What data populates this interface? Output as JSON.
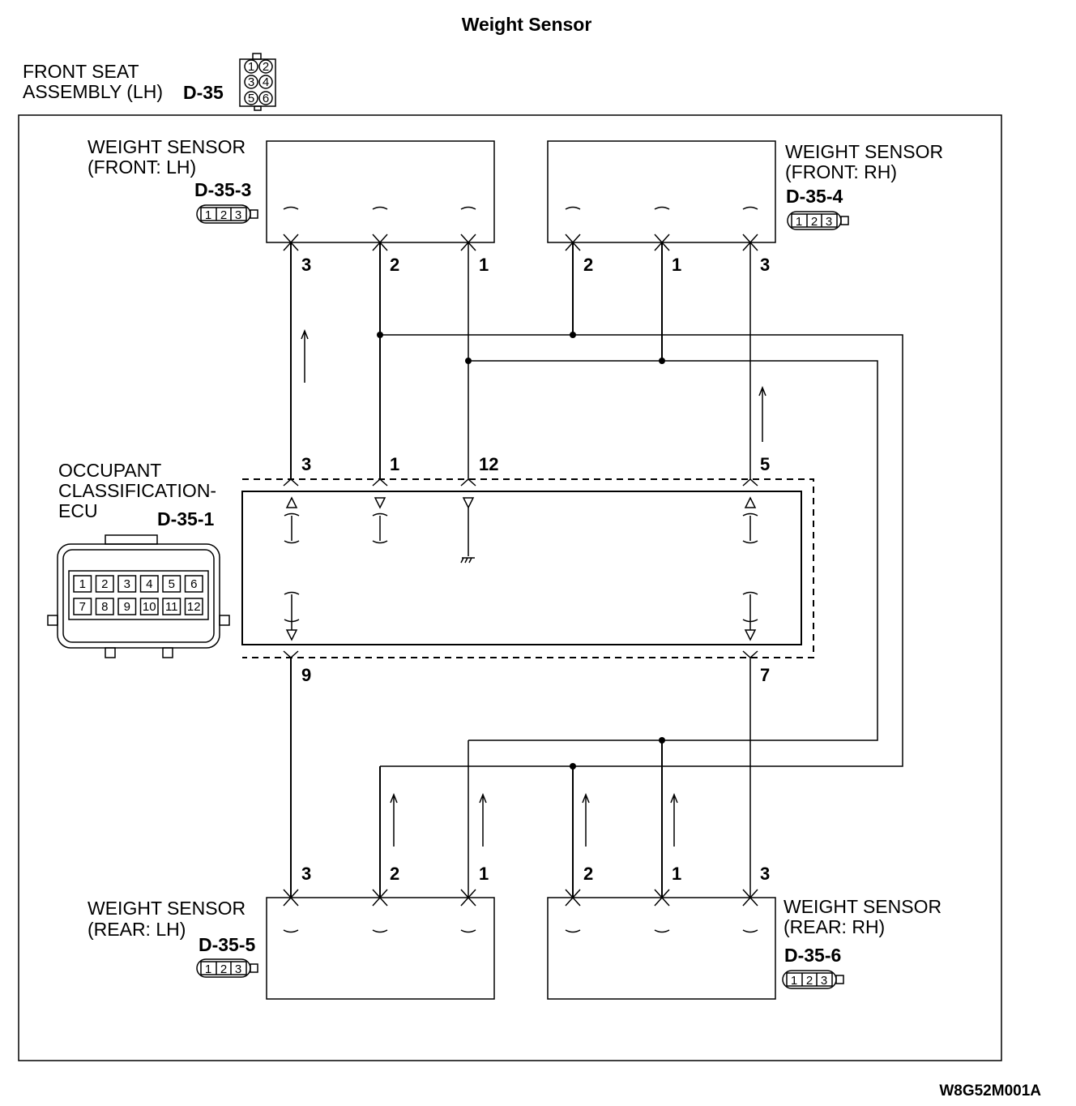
{
  "title": "Weight Sensor",
  "assembly": {
    "line1": "FRONT SEAT",
    "line2": "ASSEMBLY (LH)",
    "connector": "D-35",
    "pins": [
      "1",
      "2",
      "3",
      "4",
      "5",
      "6"
    ]
  },
  "sensors": {
    "front_lh": {
      "line1": "WEIGHT SENSOR",
      "line2": "(FRONT: LH)",
      "connector": "D-35-3",
      "pins": [
        "3",
        "2",
        "1"
      ],
      "connector_pins": [
        "1",
        "2",
        "3"
      ]
    },
    "front_rh": {
      "line1": "WEIGHT SENSOR",
      "line2": "(FRONT: RH)",
      "connector": "D-35-4",
      "pins": [
        "2",
        "1",
        "3"
      ],
      "connector_pins": [
        "1",
        "2",
        "3"
      ]
    },
    "rear_lh": {
      "line1": "WEIGHT SENSOR",
      "line2": "(REAR: LH)",
      "connector": "D-35-5",
      "pins": [
        "3",
        "2",
        "1"
      ],
      "connector_pins": [
        "1",
        "2",
        "3"
      ]
    },
    "rear_rh": {
      "line1": "WEIGHT SENSOR",
      "line2": "(REAR: RH)",
      "connector": "D-35-6",
      "pins": [
        "2",
        "1",
        "3"
      ],
      "connector_pins": [
        "1",
        "2",
        "3"
      ]
    }
  },
  "ecu": {
    "line1": "OCCUPANT",
    "line2": "CLASSIFICATION-",
    "line3": "ECU",
    "connector": "D-35-1",
    "top_pins": [
      "3",
      "1",
      "12",
      "5"
    ],
    "bottom_pins": [
      "9",
      "7"
    ],
    "connector_pins": [
      "1",
      "2",
      "3",
      "4",
      "5",
      "6",
      "7",
      "8",
      "9",
      "10",
      "11",
      "12"
    ]
  },
  "figure_code": "W8G52M001A"
}
